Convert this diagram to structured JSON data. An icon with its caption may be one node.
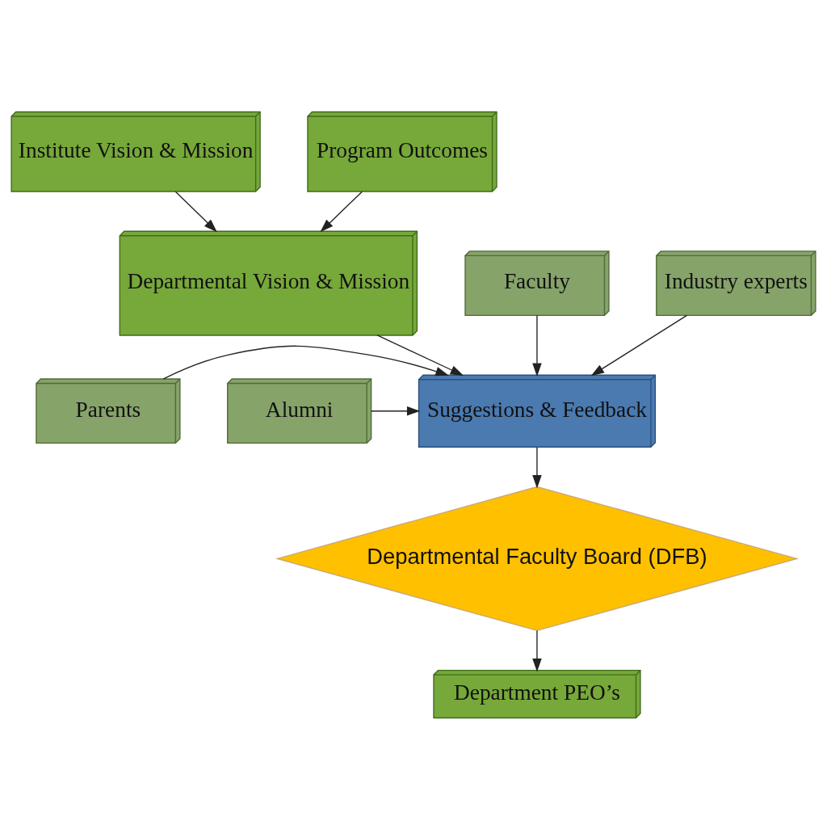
{
  "diagram": {
    "nodes": [
      {
        "text": [
          "Institute Vision & Mission"
        ]
      },
      {
        "text": [
          "Program Outcomes"
        ]
      },
      {
        "text": [
          "Departmental Vision & Mission"
        ]
      },
      {
        "text": [
          "Faculty"
        ]
      },
      {
        "text": [
          "Industry experts"
        ]
      },
      {
        "text": [
          "Suggestions & Feedback"
        ]
      },
      {
        "text": [
          "Parents"
        ]
      },
      {
        "text": [
          "Alumni"
        ]
      },
      {
        "text": [
          "Departmental Faculty Board (DFB)"
        ]
      },
      {
        "text": [
          "Department PEO’s"
        ]
      }
    ],
    "edges": [
      {
        "from": 0,
        "to": 2,
        "arrow": "to"
      },
      {
        "from": 1,
        "to": 2,
        "arrow": "to"
      },
      {
        "from": 2,
        "to": 5,
        "arrow": "to"
      },
      {
        "from": 3,
        "to": 5,
        "arrow": "to"
      },
      {
        "from": 6,
        "to": 5,
        "arrow": "to"
      },
      {
        "from": 4,
        "to": 5,
        "arrow": "to"
      },
      {
        "from": 7,
        "to": 5,
        "arrow": "to"
      },
      {
        "from": 5,
        "to": 8,
        "arrow": "to"
      },
      {
        "from": 8,
        "to": 9,
        "arrow": "to"
      }
    ]
  }
}
